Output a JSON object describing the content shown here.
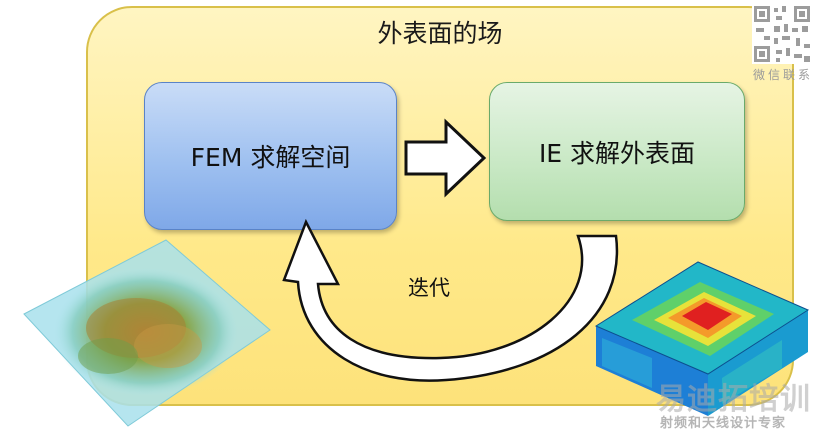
{
  "panel": {
    "title": "外表面的场"
  },
  "boxes": {
    "fem": {
      "label": "FEM 求解空间"
    },
    "ie": {
      "label": "IE 求解外表面"
    }
  },
  "loop": {
    "label": "迭代"
  },
  "qr": {
    "caption": "微信联系"
  },
  "watermark": {
    "main": "易迪拓培训",
    "sub": "射频和天线设计专家"
  },
  "colors": {
    "panel_fill": "#ffe98a",
    "fem_box": "#9ec0f0",
    "ie_box": "#c8e8c4",
    "hot_region": "#e02020"
  },
  "icons": {
    "right_arrow": "block-arrow-right",
    "loop_arrow": "curved-arrow-back"
  }
}
